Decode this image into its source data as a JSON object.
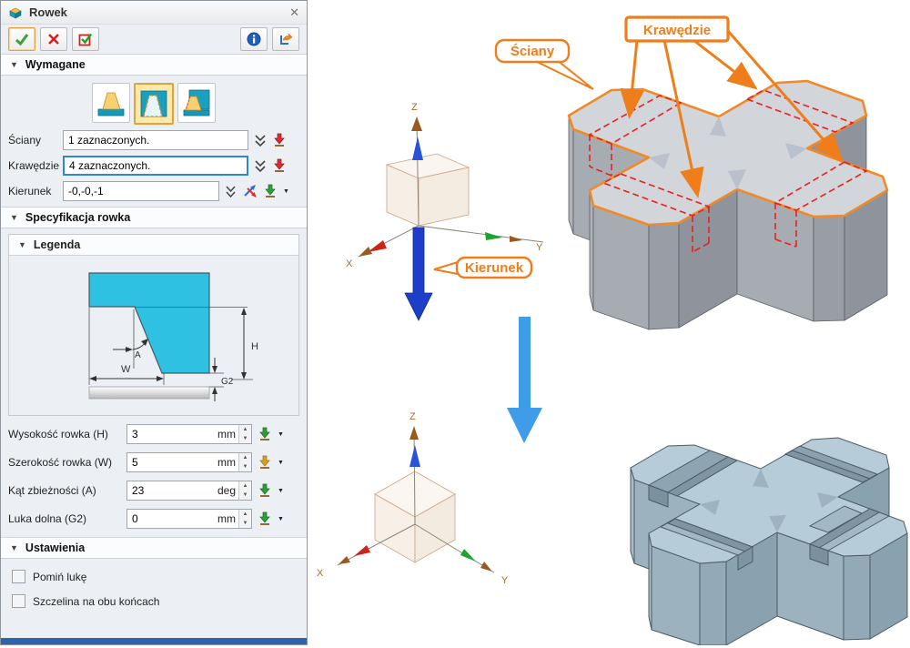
{
  "window": {
    "title": "Rowek"
  },
  "icons": {
    "close": "✕",
    "collapse": "▼",
    "spin_up": "▲",
    "spin_down": "▼",
    "caret_down": "▼"
  },
  "sections": {
    "required": "Wymagane",
    "spec": "Specyfikacja rowka",
    "legend": "Legenda",
    "settings": "Ustawienia"
  },
  "fields": {
    "sciany": {
      "label": "Ściany",
      "value": "1 zaznaczonych."
    },
    "krawedzie": {
      "label": "Krawędzie",
      "value": "4 zaznaczonych."
    },
    "kierunek": {
      "label": "Kierunek",
      "value": "-0,-0,-1"
    },
    "h": {
      "label": "Wysokość rowka (H)",
      "value": "3",
      "unit": "mm"
    },
    "w": {
      "label": "Szerokość rowka (W)",
      "value": "5",
      "unit": "mm"
    },
    "a": {
      "label": "Kąt zbieżności (A)",
      "value": "23",
      "unit": "deg"
    },
    "g2": {
      "label": "Luka dolna (G2)",
      "value": "0",
      "unit": "mm"
    }
  },
  "legend": {
    "h": "H",
    "w": "W",
    "a": "A",
    "g2": "G2"
  },
  "settings": {
    "skip_gap": {
      "label": "Pomiń lukę",
      "checked": false
    },
    "both_ends": {
      "label": "Szczelina na obu końcach",
      "checked": false
    }
  },
  "viewport": {
    "callouts": {
      "sciany": "Ściany",
      "krawedzie": "Krawędzie",
      "kierunek": "Kierunek"
    },
    "axes": {
      "x": "X",
      "y": "Y",
      "z": "Z"
    }
  },
  "colors": {
    "accent_orange": "#ef7d1a",
    "selection_red": "#e82020",
    "legend_cyan": "#2ec1e2",
    "focus_blue": "#2f86d6",
    "direction_blue": "#1d3ec9",
    "transition_blue": "#3e9ce8"
  }
}
